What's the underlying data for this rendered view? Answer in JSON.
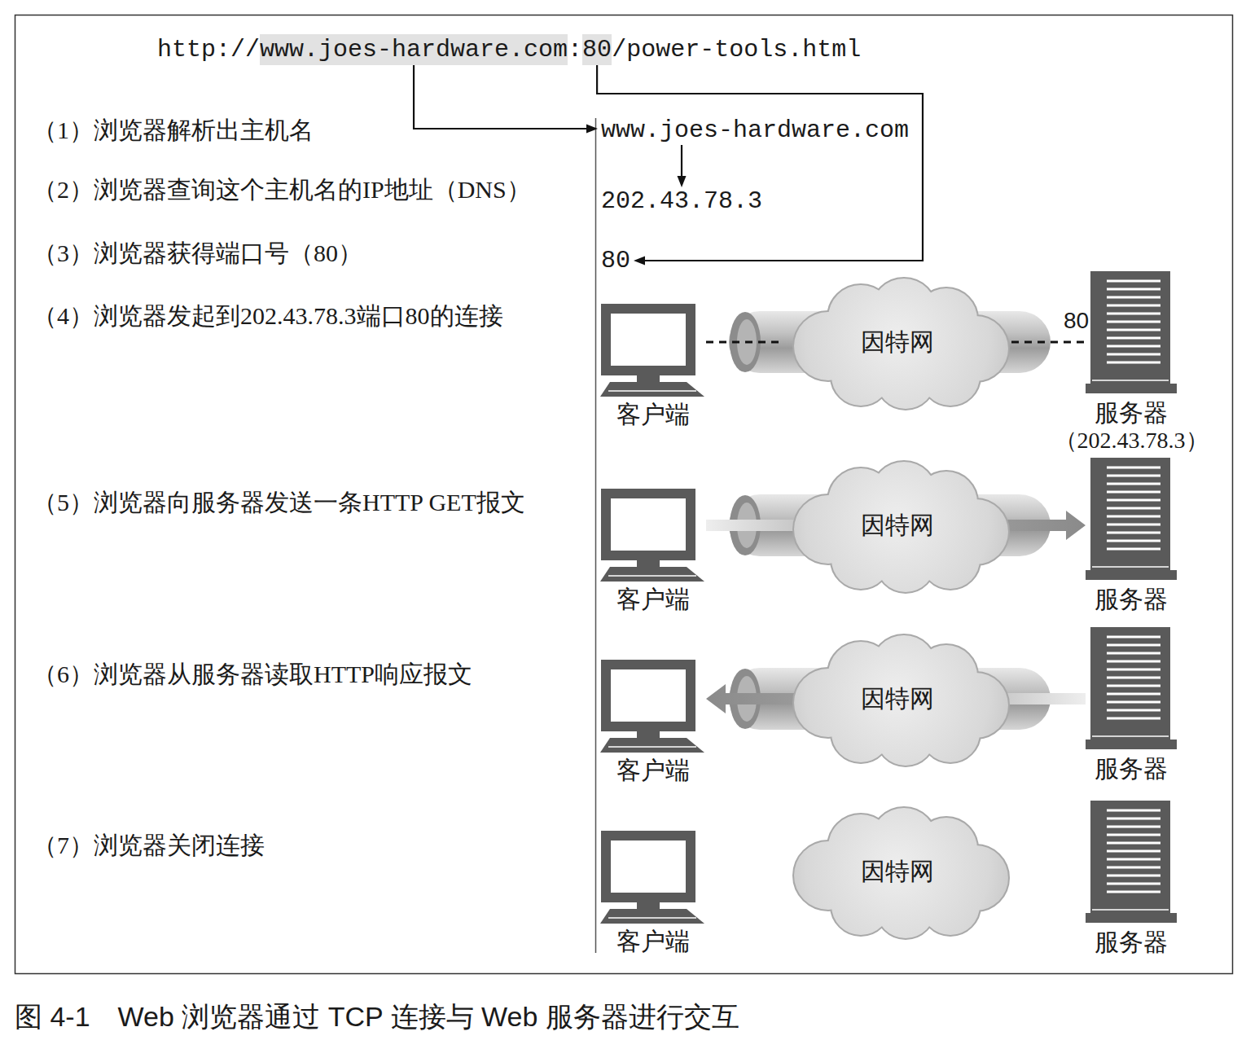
{
  "diagram": {
    "caption": "图 4-1　Web 浏览器通过 TCP 连接与 Web 服务器进行交互",
    "nodes": [
      {
        "text": [
          "www.joes-hardware.com"
        ]
      },
      {
        "text": [
          "80"
        ]
      },
      {
        "text": [
          "www.joes-hardware.com"
        ]
      },
      {
        "text": [
          "202.43.78.3"
        ]
      },
      {
        "text": [
          "80"
        ]
      },
      {
        "text": [
          "客户端"
        ]
      },
      {
        "text": [
          "因特网"
        ]
      },
      {
        "text": [
          "服务器",
          "（202.43.78.3）"
        ]
      },
      {
        "text": [
          "客户端"
        ]
      },
      {
        "text": [
          "因特网"
        ]
      },
      {
        "text": [
          "服务器"
        ]
      },
      {
        "text": [
          "客户端"
        ]
      },
      {
        "text": [
          "因特网"
        ]
      },
      {
        "text": [
          "服务器"
        ]
      },
      {
        "text": [
          "客户端"
        ]
      },
      {
        "text": [
          "因特网"
        ]
      },
      {
        "text": [
          "服务器"
        ]
      }
    ],
    "edges": [
      {
        "from": 0,
        "to": 2,
        "arrow": "to"
      },
      {
        "from": 2,
        "to": 3,
        "arrow": "to"
      },
      {
        "from": 1,
        "to": 4,
        "arrow": "to"
      },
      {
        "from": 5,
        "to": 6,
        "arrow": "none"
      },
      {
        "from": 6,
        "to": 7,
        "arrow": "none"
      },
      {
        "from": 8,
        "to": 10,
        "arrow": "to"
      },
      {
        "from": 13,
        "to": 11,
        "arrow": "to"
      }
    ],
    "labels": [
      "http://",
      ":",
      "/power-tools.html",
      "（1）浏览器解析出主机名",
      "（2）浏览器查询这个主机名的IP地址（DNS）",
      "（3）浏览器获得端口号（80）",
      "（4）浏览器发起到202.43.78.3端口80的连接",
      "80",
      "（5）浏览器向服务器发送一条HTTP GET报文",
      "（6）浏览器从服务器读取HTTP响应报文",
      "（7）浏览器关闭连接"
    ]
  }
}
